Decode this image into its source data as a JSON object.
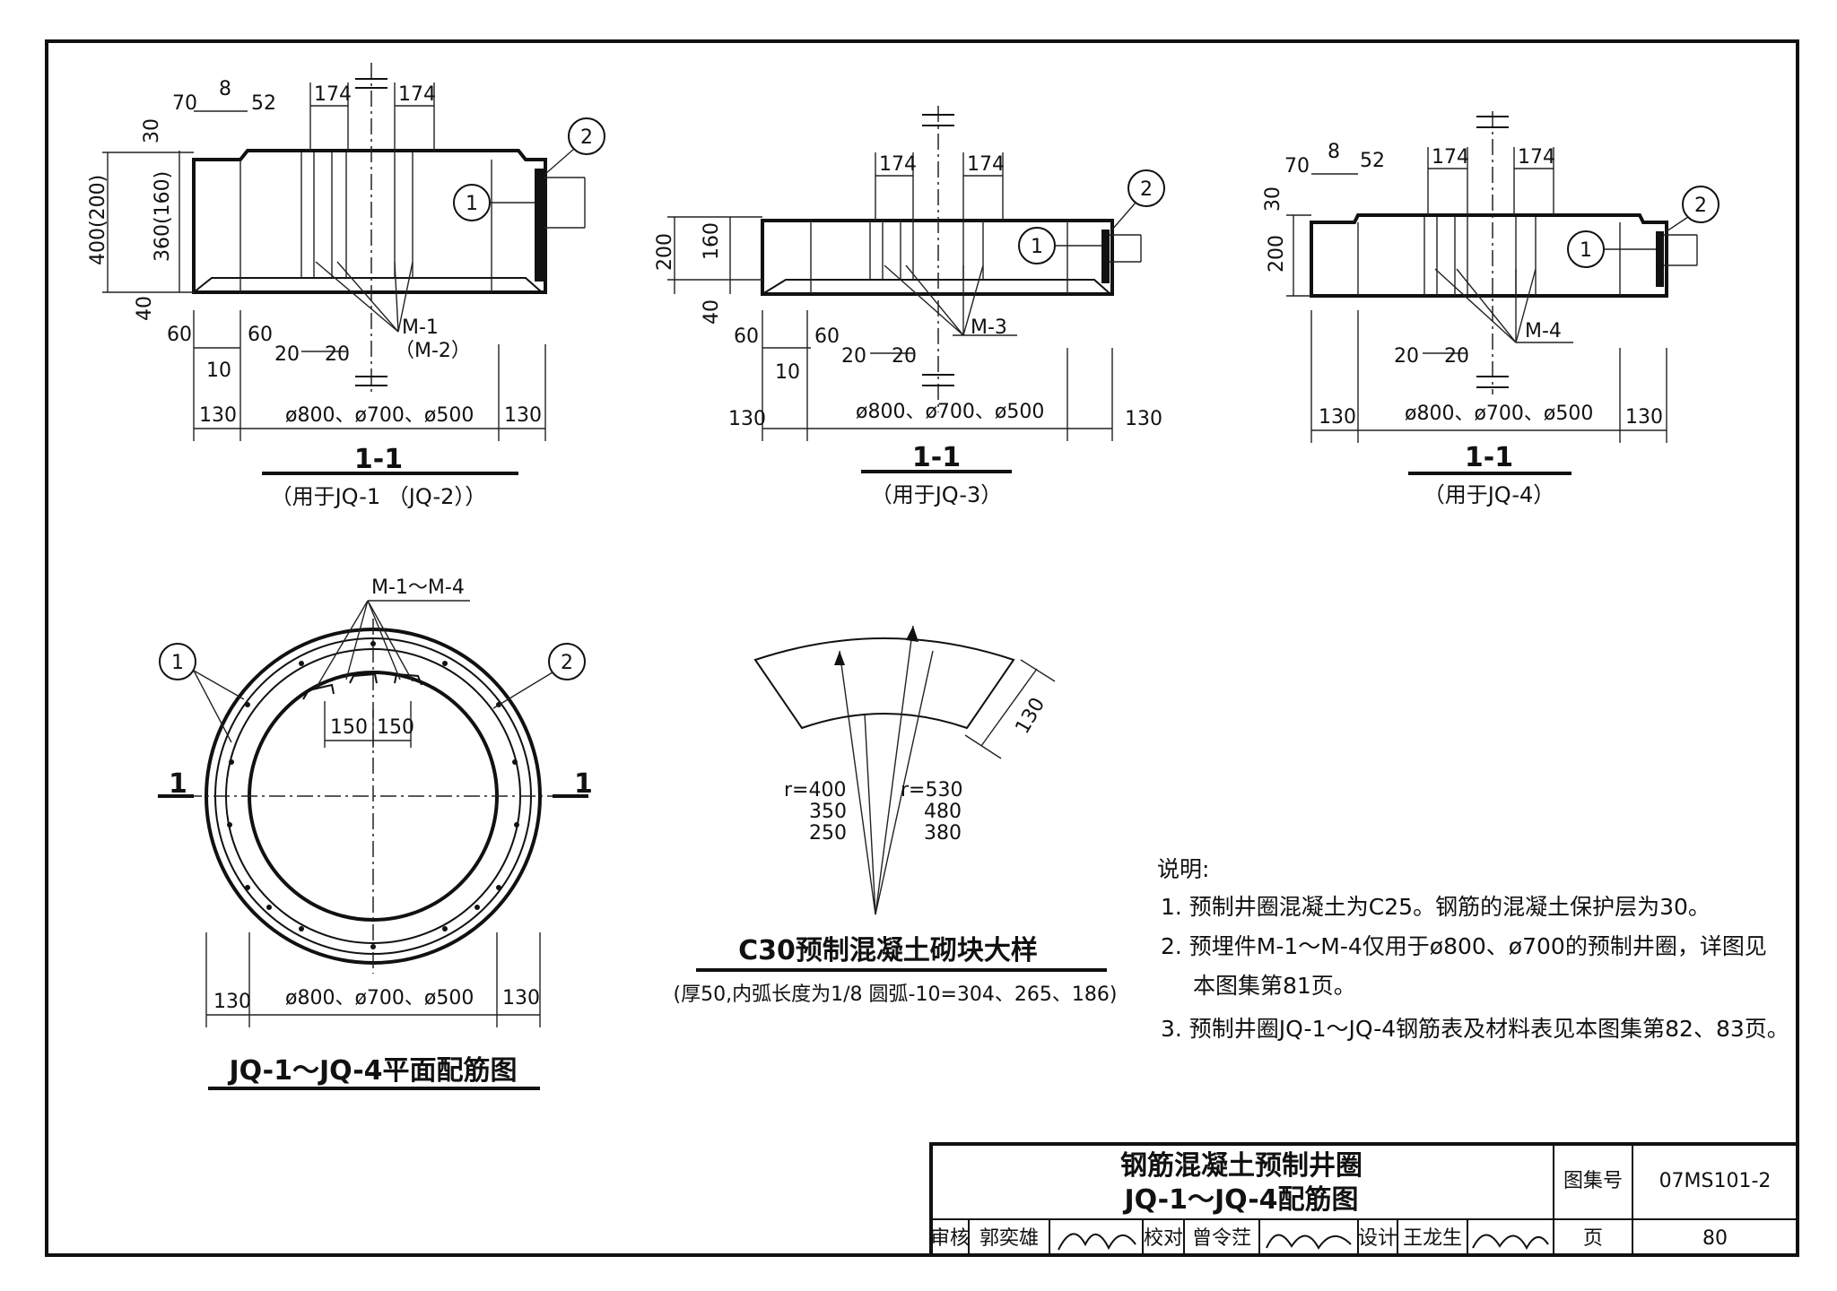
{
  "sections": {
    "s1": {
      "title": "1-1",
      "subtitle": "（用于JQ-1 （JQ-2））",
      "dims": {
        "d70": "70",
        "d8": "8",
        "d52": "52",
        "d174a": "174",
        "d174b": "174",
        "d30": "30",
        "d400": "400(200)",
        "d360": "360(160)",
        "d40": "40",
        "d60a": "60",
        "d60b": "60",
        "d10": "10",
        "d20a": "20",
        "d20b": "20",
        "d130a": "130",
        "d130b": "130",
        "dia": "ø800、ø700、ø500"
      },
      "callout_m": "M-1",
      "callout_m2": "（M-2）",
      "tag1": "1",
      "tag2": "2"
    },
    "s2": {
      "title": "1-1",
      "subtitle": "（用于JQ-3）",
      "dims": {
        "d174a": "174",
        "d174b": "174",
        "d200": "200",
        "d160": "160",
        "d40": "40",
        "d60a": "60",
        "d60b": "60",
        "d10": "10",
        "d20a": "20",
        "d20b": "20",
        "d130a": "130",
        "d130b": "130",
        "dia": "ø800、ø700、ø500"
      },
      "callout_m": "M-3",
      "tag1": "1",
      "tag2": "2"
    },
    "s3": {
      "title": "1-1",
      "subtitle": "（用于JQ-4）",
      "dims": {
        "d70": "70",
        "d8": "8",
        "d52": "52",
        "d174a": "174",
        "d174b": "174",
        "d30": "30",
        "d200": "200",
        "d20a": "20",
        "d20b": "20",
        "d130a": "130",
        "d130b": "130",
        "dia": "ø800、ø700、ø500"
      },
      "callout_m": "M-4",
      "tag1": "1",
      "tag2": "2"
    }
  },
  "plan": {
    "title": "JQ-1～JQ-4平面配筋图",
    "callout_m": "M-1～M-4",
    "tag1": "1",
    "tag2": "2",
    "d150a": "150",
    "d150b": "150",
    "cut_left": "1",
    "cut_right": "1",
    "d130a": "130",
    "d130b": "130",
    "dia": "ø800、ø700、ø500"
  },
  "block": {
    "title": "C30预制混凝土砌块大样",
    "subtitle": "(厚50,内弧长度为1/8 圆弧-10=304、265、186)",
    "d130": "130",
    "r_inner": [
      "r=400",
      "350",
      "250"
    ],
    "r_outer": [
      "r=530",
      "480",
      "380"
    ]
  },
  "notes": {
    "heading": "说明:",
    "items": [
      "1. 预制井圈混凝土为C25。钢筋的混凝土保护层为30。",
      "2. 预埋件M-1～M-4仅用于ø800、ø700的预制井圈，详图见",
      "本图集第81页。",
      "3. 预制井圈JQ-1～JQ-4钢筋表及材料表见本图集第82、83页。"
    ]
  },
  "title_block": {
    "drawing_title_1": "钢筋混凝土预制井圈",
    "drawing_title_2": "JQ-1～JQ-4配筋图",
    "atlas_label": "图集号",
    "atlas_no": "07MS101-2",
    "reviewer_label": "审核",
    "reviewer": "郭奕雄",
    "checker_label": "校对",
    "checker": "曾令茳",
    "designer_label": "设计",
    "designer": "王龙生",
    "page_label": "页",
    "page_no": "80"
  }
}
